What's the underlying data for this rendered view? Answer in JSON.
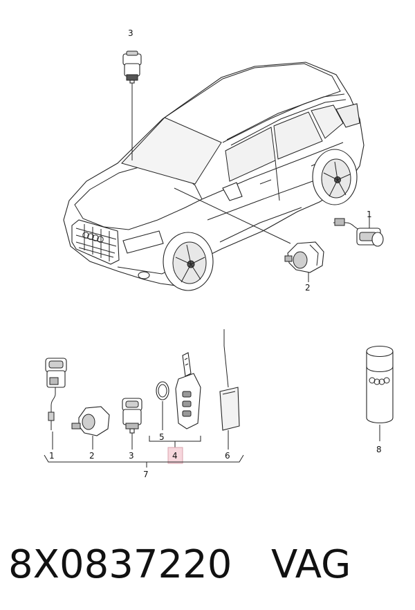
{
  "callouts": {
    "c1_top": "1",
    "c2_top": "2",
    "c3_top": "3",
    "c1_bottom": "1",
    "c2_bottom": "2",
    "c3_bottom": "3",
    "c4": "4",
    "c5": "5",
    "c6": "6",
    "c7": "7",
    "c8": "8"
  },
  "footer": {
    "part_number": "8X0837220",
    "brand": "VAG"
  },
  "colors": {
    "highlight_fill": "#f7d7dd",
    "highlight_stroke": "#d9a3ad",
    "line": "#222222"
  }
}
